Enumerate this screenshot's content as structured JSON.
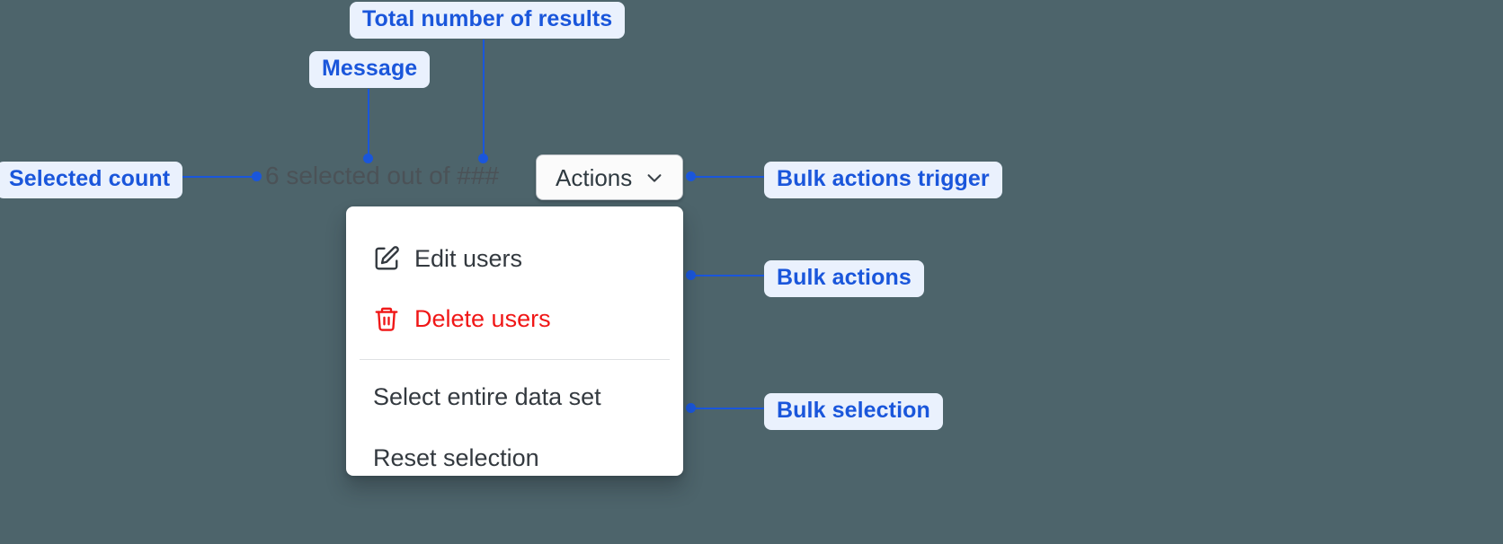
{
  "background_color": "#4d646b",
  "accent_color": "#1a56db",
  "annotation_bg": "#eaf1fd",
  "danger_color": "#f01717",
  "annotations": [
    {
      "id": "total-results",
      "label": "Total number of results"
    },
    {
      "id": "message",
      "label": "Message"
    },
    {
      "id": "selected-count",
      "label": "Selected count"
    },
    {
      "id": "bulk-actions-trigger",
      "label": "Bulk actions trigger"
    },
    {
      "id": "bulk-actions",
      "label": "Bulk actions"
    },
    {
      "id": "bulk-selection",
      "label": "Bulk selection"
    }
  ],
  "selection_message": {
    "full_text": "6 selected out of ###",
    "count": "6",
    "middle": " selected out of ",
    "total_placeholder": "###"
  },
  "trigger": {
    "label": "Actions",
    "icon": "chevron-down-icon"
  },
  "menu": {
    "groups": [
      {
        "items": [
          {
            "label": "Edit users",
            "icon": "edit-icon",
            "danger": false
          },
          {
            "label": "Delete users",
            "icon": "trash-icon",
            "danger": true
          }
        ]
      },
      {
        "items": [
          {
            "label": "Select entire data set",
            "icon": null,
            "danger": false
          },
          {
            "label": "Reset selection",
            "icon": null,
            "danger": false
          }
        ]
      }
    ]
  }
}
